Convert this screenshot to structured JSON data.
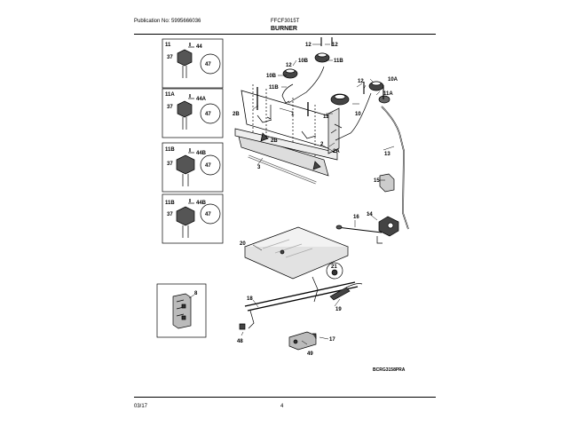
{
  "header": {
    "publication": "Publication No: 5995666036",
    "model": "FFCF3015T",
    "section": "BURNER"
  },
  "footer": {
    "date": "03/17",
    "page": "4",
    "drawing_code": "BCRG3158PRA"
  },
  "callouts": {
    "c1": "1",
    "c2": "2",
    "c2A": "2A",
    "c2B_a": "2B",
    "c2B_b": "2B",
    "c3": "3",
    "c10": "10",
    "c10A": "10A",
    "c10B": "10B",
    "c10B_b": "10B",
    "c11": "11",
    "c11A": "11A",
    "c11B": "11B",
    "c11B_b": "11B",
    "c12a": "12",
    "c12b": "12",
    "c12c": "12",
    "c12d": "12",
    "c13": "13",
    "c14": "14",
    "c15": "15",
    "c16": "16",
    "c17": "17",
    "c18": "18",
    "c19": "19",
    "c20": "20",
    "c21": "21",
    "c48": "48",
    "c49": "49"
  },
  "insets": [
    {
      "label": "11",
      "part": "44",
      "screw": "37",
      "knob": "47"
    },
    {
      "label": "11A",
      "part": "44A",
      "screw": "37",
      "knob": "47"
    },
    {
      "label": "11B",
      "part": "44B",
      "screw": "37",
      "knob": "47"
    },
    {
      "label": "11B",
      "part": "44B",
      "screw": "37",
      "knob": "47"
    }
  ],
  "inset_8": {
    "label": "8"
  }
}
